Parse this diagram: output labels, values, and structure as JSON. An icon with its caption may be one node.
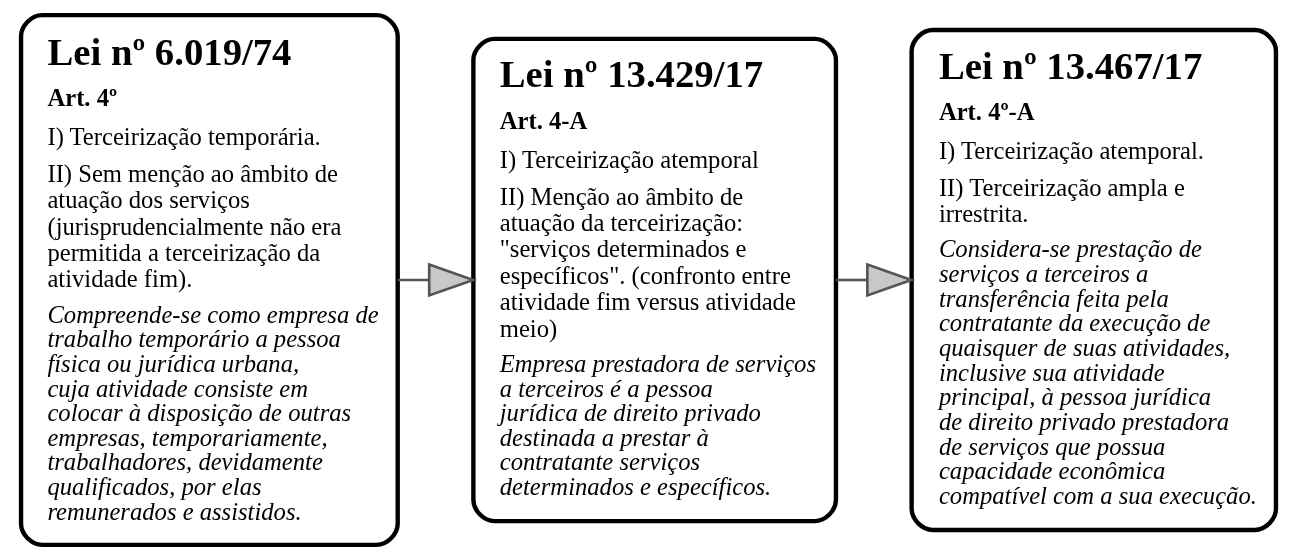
{
  "diagram": {
    "nodes": [
      {
        "text": [
          "Lei nº 6.019/74",
          "Art. 4º",
          "I) Terceirização temporária.",
          "II) Sem menção ao âmbito de atuação dos serviços (jurisprudencialmente não era permitida a terceirização da atividade fim).",
          "Compreende-se como empresa de trabalho temporário a pessoa física ou jurídica urbana, cuja atividade consiste em colocar à disposição de outras empresas, temporariamente, trabalhadores, devidamente qualificados, por elas remunerados e assistidos."
        ]
      },
      {
        "text": [
          "Lei nº 13.429/17",
          "Art. 4-A",
          "I) Terceirização atemporal",
          "II) Menção ao âmbito de atuação da terceirização: \"serviços determinados e específicos\". (confronto entre atividade fim versus atividade meio)",
          "Empresa prestadora de serviços a terceiros é a pessoa jurídica de direito privado destinada a prestar à contratante serviços determinados e específicos."
        ]
      },
      {
        "text": [
          "Lei nº 13.467/17",
          "Art. 4º-A",
          "I) Terceirização atemporal.",
          "II) Terceirização ampla e irrestrita.",
          "Considera-se prestação de serviços a terceiros a transferência feita pela contratante da execução de quaisquer de suas atividades, inclusive sua atividade principal, à pessoa jurídica de direito privado prestadora de serviços que possua capacidade econômica compatível com a sua execução."
        ]
      }
    ],
    "edges": [
      {
        "from": 0,
        "to": 1,
        "arrow": "to"
      },
      {
        "from": 1,
        "to": 2,
        "arrow": "to"
      }
    ]
  }
}
